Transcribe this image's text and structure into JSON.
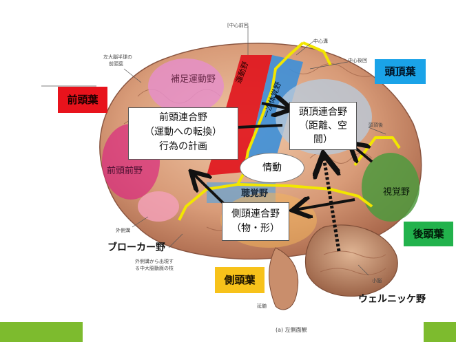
{
  "lobes": {
    "frontal": {
      "label": "前頭葉",
      "bg": "#e8131c",
      "fg": "#1a0000"
    },
    "parietal": {
      "label": "頭頂葉",
      "bg": "#1aa3e8",
      "fg": "#001020"
    },
    "occipital": {
      "label": "後頭葉",
      "bg": "#22b24c",
      "fg": "#001a08"
    },
    "temporal": {
      "label": "側頭葉",
      "bg": "#f7c21a",
      "fg": "#1a1200"
    }
  },
  "boxes": {
    "prefrontal_assoc": {
      "lines": [
        "前頭連合野",
        "（運動への転換）",
        "行為の計画"
      ]
    },
    "parietal_assoc": {
      "lines": [
        "頭頂連合野",
        "（距離、空",
        "間）"
      ]
    },
    "temporal_assoc": {
      "lines": [
        "側頭連合野",
        "（物・形）"
      ]
    },
    "emotion": {
      "label": "情動"
    }
  },
  "region_labels": {
    "supplementary_motor": "補足運動野",
    "prefrontal": "前頭前野",
    "auditory": "聴覚野",
    "visual": "視覚野",
    "broca": "ブローカー野",
    "wernicke": "ウェルニッケ野",
    "primary_motor": "運動野",
    "primary_somatosensory": "一次体覚野"
  },
  "small_labels": {
    "central_precentral": "[中心前回",
    "central_sulcus": "中心溝",
    "postcentral": "中心後回",
    "hemisphere_line1": "左大脳半球の",
    "hemisphere_line2": "前頭葉",
    "parietal_occ": "頭頂後",
    "lateral_sulcus": "外側溝",
    "mca_line1": "外側溝から出現す",
    "mca_line2": "る中大脳動脈の枝",
    "cerebellum": "小脳",
    "brainstem": "延髄",
    "caption": "(a) 左側面観"
  },
  "colors": {
    "green_bar": "#7dbb2e",
    "yellow_line": "#f2e600",
    "arrow": "#111111"
  }
}
